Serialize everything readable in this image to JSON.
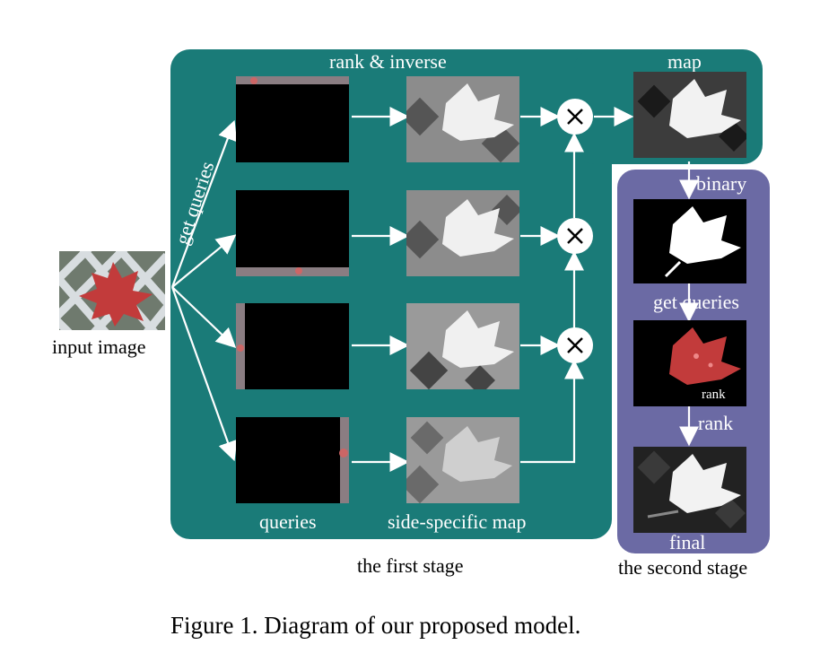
{
  "labels": {
    "rank_inverse": "rank & inverse",
    "map": "map",
    "get_queries_rot": "get queries",
    "input_image": "input image",
    "queries": "queries",
    "side_specific_map": "side-specific map",
    "first_stage": "the first stage",
    "binary": "binary",
    "get_queries": "get queries",
    "rank_small": "rank",
    "rank": "rank",
    "final": "final",
    "second_stage": "the second stage"
  },
  "caption": "Figure 1. Diagram of our proposed model.",
  "colors": {
    "teal_panel": "#1a7b78",
    "purple_panel": "#6b6aa4",
    "leaf_red": "#c23b3b"
  },
  "icons": [
    "multiply-icon",
    "arrow-icon"
  ]
}
